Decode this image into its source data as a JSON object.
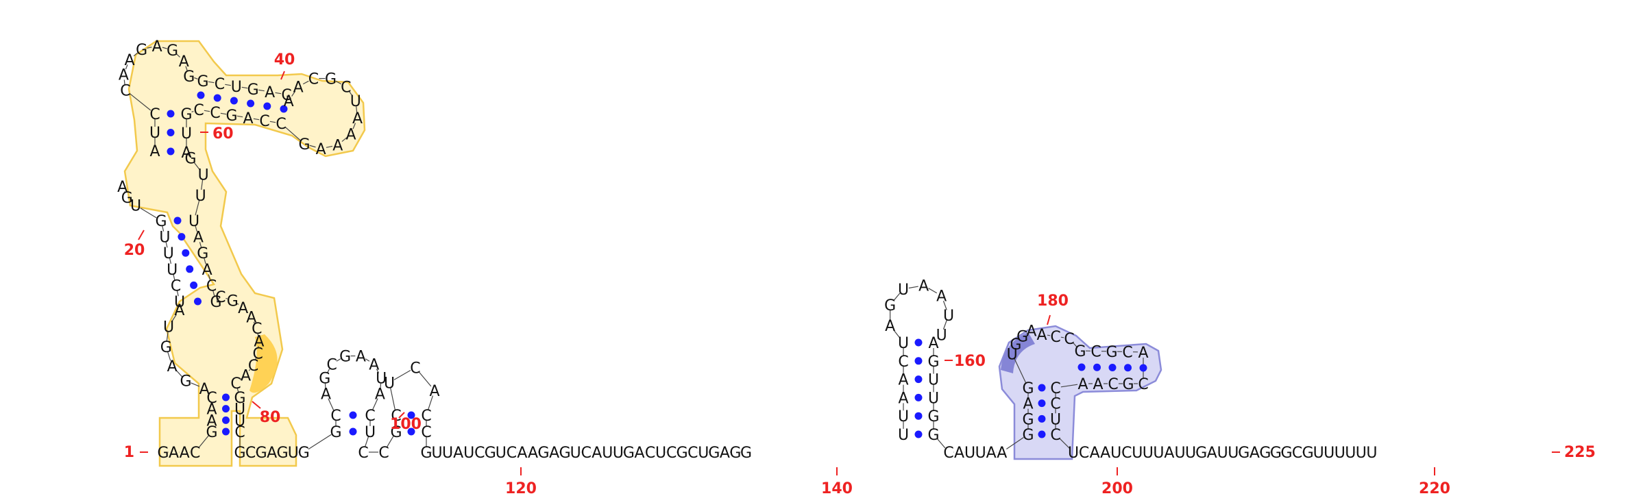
{
  "diagram": {
    "kind": "RNA secondary structure",
    "colors": {
      "nucleotide": "#111111",
      "backbone": "#444444",
      "base_pair_dot": "#1a1aff",
      "index_label": "#ee2222",
      "domain_1_fill": "#fff3c9",
      "domain_1_stroke": "#f2c94c",
      "domain_1_accent": "#ffd255",
      "domain_2_fill": "#d8d8f5",
      "domain_2_stroke": "#8b8bd9",
      "domain_2_accent": "#8585d6"
    },
    "index_labels": [
      "1",
      "20",
      "40",
      "60",
      "80",
      "100",
      "120",
      "140",
      "160",
      "180",
      "200",
      "220",
      "225"
    ],
    "regions": {
      "tail_start": {
        "seq": "GAAC"
      },
      "hp_left_stem_up": {
        "seq": "GAAC"
      },
      "hp_left_stem_down": {
        "seq": "GUUC"
      },
      "hp_big_loop_left": {
        "seq": "AGAGUA"
      },
      "hp_big_loop_right": {
        "seq": "CGAACACCAC"
      },
      "hp_mid_stem_up": {
        "seq": "UCUUUG"
      },
      "hp_mid_stem_down": {
        "seq": "UAGACG"
      },
      "hp_small_loop_left": {
        "seq": "UGA"
      },
      "hp_small_loop_right": {
        "seq": "GUU"
      },
      "hp_top_stem_up": {
        "seq": "AUC"
      },
      "hp_top_stem_down": {
        "seq": "GUA"
      },
      "hp_top_loop_left": {
        "seq": "CAAGAGAG"
      },
      "hp_right_stem_upper": {
        "seq": "GCUGAC"
      },
      "hp_right_loop": {
        "seq": "AACGCUAAAAG"
      },
      "hp_right_stem_lower": {
        "seq": "CCAGCC"
      },
      "linker_1": {
        "seq": "GCGAGUG"
      },
      "hp2_left_stem": {
        "seq": "GC"
      },
      "hp2_loop": {
        "seq": "AGCGAAUA"
      },
      "hp2_right_stem": {
        "seq": "CU"
      },
      "linker_2": {
        "seq": "CC"
      },
      "hp3_left_stem": {
        "seq": "GC"
      },
      "hp3_loop": {
        "seq": "UCA"
      },
      "hp3_right_stem": {
        "seq": "CC"
      },
      "linker_3": {
        "seq": "GUUAUCGUCAAGAGUCAUUGACUCGCUGAGG"
      },
      "hp4_left_stem": {
        "seq": "UUAACU"
      },
      "hp4_loop": {
        "seq": "AGUAAUU"
      },
      "hp4_right_stem": {
        "seq": "AGUUGG"
      },
      "linker_4": {
        "seq": "CAUUAA"
      },
      "hp5_left_stem": {
        "seq": "GGAG"
      },
      "hp5_loop_left": {
        "seq": "UGGA"
      },
      "hp5_loop_top": {
        "seq": "ACC"
      },
      "hp5_upper_stem": {
        "seq": "GCGCA"
      },
      "hp5_lower_stem": {
        "seq": "CGCAA"
      },
      "hp5_right_stem": {
        "seq": "CCUC"
      },
      "tail_end": {
        "seq": "UCAAUCUUUAUUGAUUGAGGGCGUUUUUU"
      }
    }
  }
}
